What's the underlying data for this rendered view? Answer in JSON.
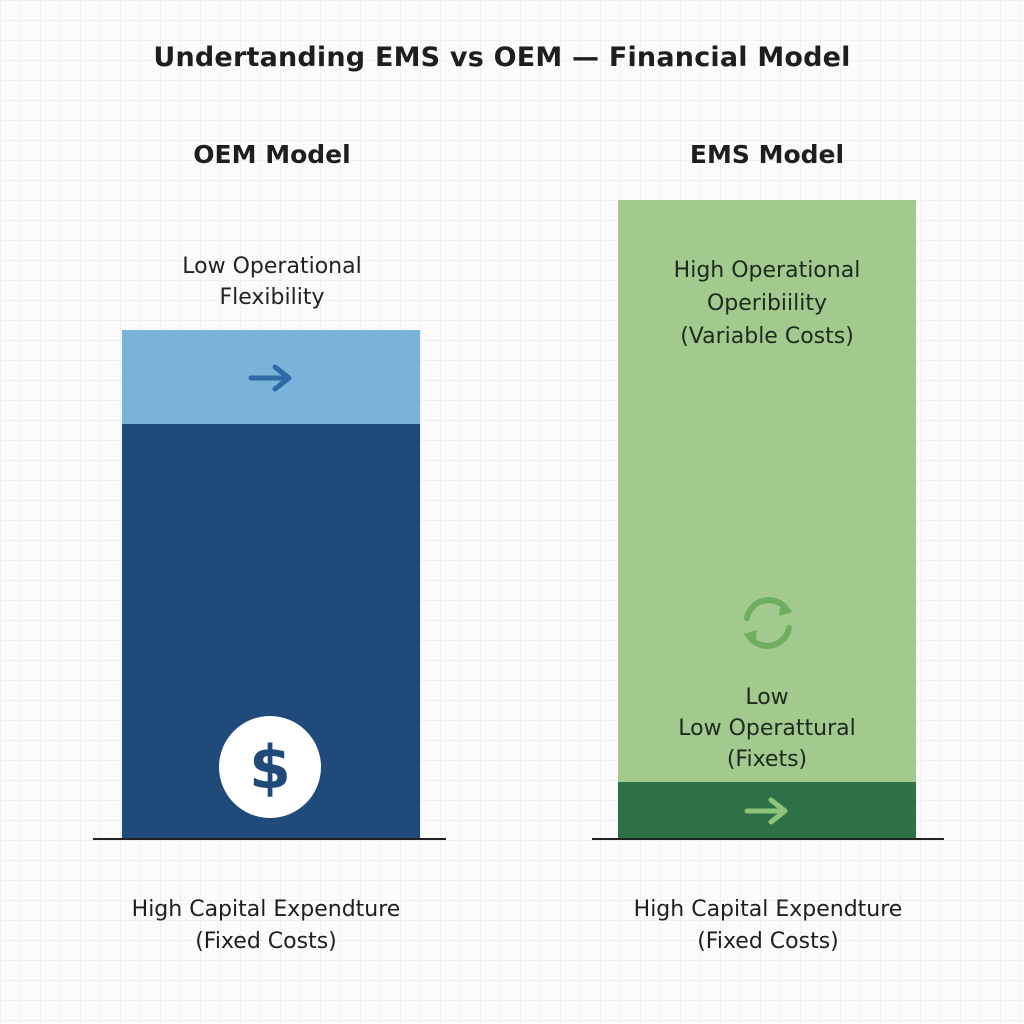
{
  "title": "Undertanding EMS vs OEM — Financial Model",
  "oem": {
    "title": "OEM Model",
    "top_label_lines": [
      "Low Operational",
      "Flexibility"
    ],
    "bottom_label_lines": [
      "High Capital Expendture",
      "(Fixed Costs)"
    ],
    "colors": {
      "light": "#7ab3da",
      "dark": "#1f4a7a",
      "arrow": "#2e6aa3"
    },
    "icons": {
      "arrow": "arrow-right-icon",
      "currency": "dollar-icon"
    }
  },
  "ems": {
    "title": "EMS Model",
    "top_label_lines": [
      "High Operational",
      "Operibiility",
      "(Variable Costs)"
    ],
    "middle_label_lines": [
      "Low",
      "Low Operattural",
      "(Fixets)"
    ],
    "bottom_label_lines": [
      "High Capital Expendture",
      "(Fixed Costs)"
    ],
    "colors": {
      "light": "#a2c98e",
      "dark": "#2f7146",
      "arrow": "#8fc57a",
      "cycle": "#6fae5f"
    },
    "icons": {
      "cycle": "refresh-cycle-icon",
      "arrow": "arrow-right-icon"
    }
  }
}
